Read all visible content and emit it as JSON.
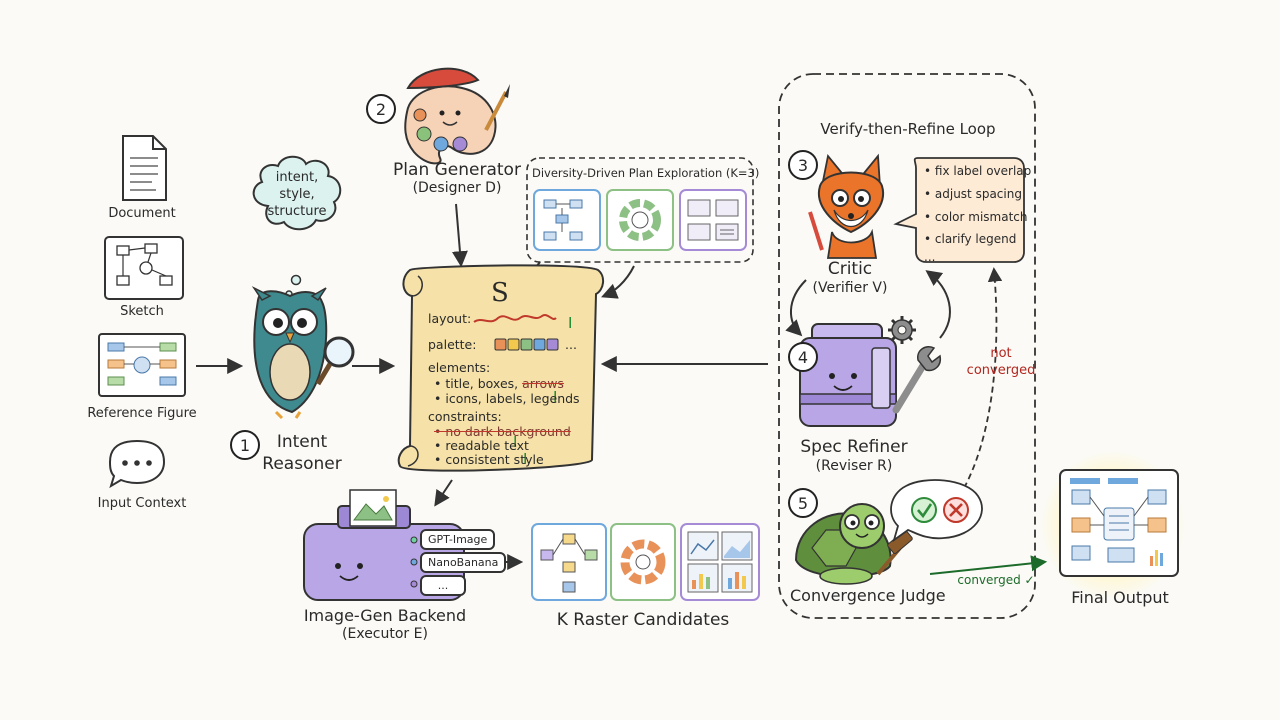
{
  "inputs": {
    "document": "Document",
    "sketch": "Sketch",
    "reference_figure": "Reference Figure",
    "input_context": "Input Context"
  },
  "intent_bubble": [
    "intent,",
    "style,",
    "structure"
  ],
  "intent_reasoner": {
    "num": "1",
    "name_line1": "Intent",
    "name_line2": "Reasoner"
  },
  "plan_generator": {
    "num": "2",
    "name": "Plan Generator",
    "role": "(Designer D)"
  },
  "plan_exploration": {
    "title": "Diversity-Driven Plan Exploration (K=3)"
  },
  "spec": {
    "symbol": "S",
    "layout_label": "layout:",
    "palette_label": "palette:",
    "palette_more": "...",
    "elements_label": "elements:",
    "element_1_keep": "• title, boxes,",
    "element_1_struck": "arrows",
    "element_2": "• icons, labels, legends",
    "constraints_label": "constraints:",
    "constraint_1_struck": "• no dark background",
    "constraint_2": "• readable text",
    "constraint_3": "• consistent style",
    "palette_colors": [
      "#e8925a",
      "#f2c94c",
      "#8cc084",
      "#6fa8dc",
      "#a58bd6"
    ]
  },
  "loop": {
    "title": "Verify-then-Refine Loop"
  },
  "critic": {
    "num": "3",
    "name": "Critic",
    "role": "(Verifier V)"
  },
  "feedback": [
    "• fix label overlap",
    "• adjust spacing",
    "• color mismatch",
    "• clarify legend",
    "..."
  ],
  "spec_refiner": {
    "num": "4",
    "name": "Spec Refiner",
    "role": "(Reviser R)"
  },
  "not_converged": [
    "not",
    "converged"
  ],
  "judge": {
    "num": "5",
    "name": "Convergence Judge"
  },
  "converged": "converged ✓",
  "final_output": "Final Output",
  "backend": {
    "name": "Image-Gen Backend",
    "role": "(Executor E)",
    "models": [
      "GPT-Image",
      "NanoBanana",
      "..."
    ]
  },
  "raster": {
    "label": "K Raster Candidates"
  }
}
